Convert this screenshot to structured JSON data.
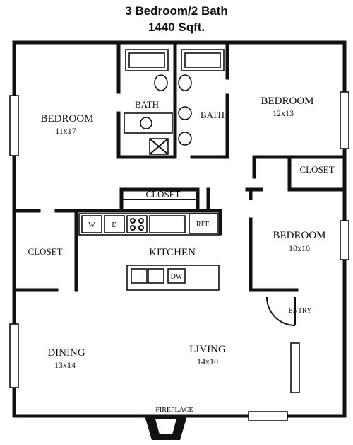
{
  "title": {
    "line1": "3 Bedroom/2 Bath",
    "line2": "1440 Sqft."
  },
  "rooms": {
    "bedroom_left": {
      "name": "BEDROOM",
      "dims": "11x17"
    },
    "bath_left": {
      "name": "BATH"
    },
    "bath_right": {
      "name": "BATH"
    },
    "bedroom_right": {
      "name": "BEDROOM",
      "dims": "12x13"
    },
    "closet_right": {
      "name": "CLOSET"
    },
    "closet_center": {
      "name": "CLOSET"
    },
    "closet_left": {
      "name": "CLOSET"
    },
    "kitchen": {
      "name": "KITCHEN"
    },
    "bedroom_small": {
      "name": "BEDROOM",
      "dims": "10x10"
    },
    "entry": {
      "name": "ENTRY"
    },
    "dining": {
      "name": "DINING",
      "dims": "13x14"
    },
    "living": {
      "name": "LIVING",
      "dims": "14x10"
    },
    "fireplace": {
      "name": "FIREPLACE"
    }
  },
  "appliances": {
    "washer": "W",
    "dryer": "D",
    "fridge": "REF.",
    "dishwasher": "DW"
  }
}
